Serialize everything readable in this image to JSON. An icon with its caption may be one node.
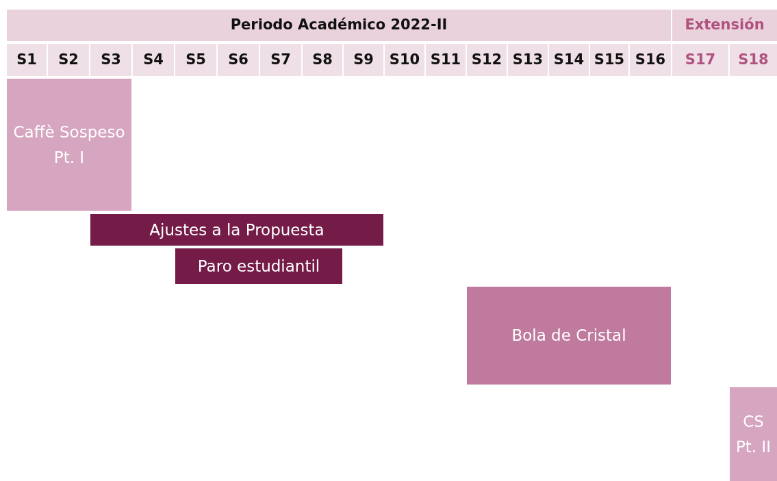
{
  "diagram": {
    "nodes": [
      {
        "text": [
          "Periodo Académico 2022-II"
        ]
      },
      {
        "text": [
          "Extensión"
        ]
      },
      {
        "text": [
          "S1"
        ]
      },
      {
        "text": [
          "S2"
        ]
      },
      {
        "text": [
          "S3"
        ]
      },
      {
        "text": [
          "S4"
        ]
      },
      {
        "text": [
          "S5"
        ]
      },
      {
        "text": [
          "S6"
        ]
      },
      {
        "text": [
          "S7"
        ]
      },
      {
        "text": [
          "S8"
        ]
      },
      {
        "text": [
          "S9"
        ]
      },
      {
        "text": [
          "S10"
        ]
      },
      {
        "text": [
          "S11"
        ]
      },
      {
        "text": [
          "S12"
        ]
      },
      {
        "text": [
          "S13"
        ]
      },
      {
        "text": [
          "S14"
        ]
      },
      {
        "text": [
          "S15"
        ]
      },
      {
        "text": [
          "S16"
        ]
      },
      {
        "text": [
          "S17"
        ]
      },
      {
        "text": [
          "S18"
        ]
      },
      {
        "text": [
          "Caffè Sospeso Pt. I"
        ]
      },
      {
        "text": [
          "Ajustes a la Propuesta"
        ]
      },
      {
        "text": [
          "Paro estudiantil"
        ]
      },
      {
        "text": [
          "Bola de Cristal"
        ]
      },
      {
        "text": [
          "CS Pt. II"
        ]
      }
    ]
  }
}
